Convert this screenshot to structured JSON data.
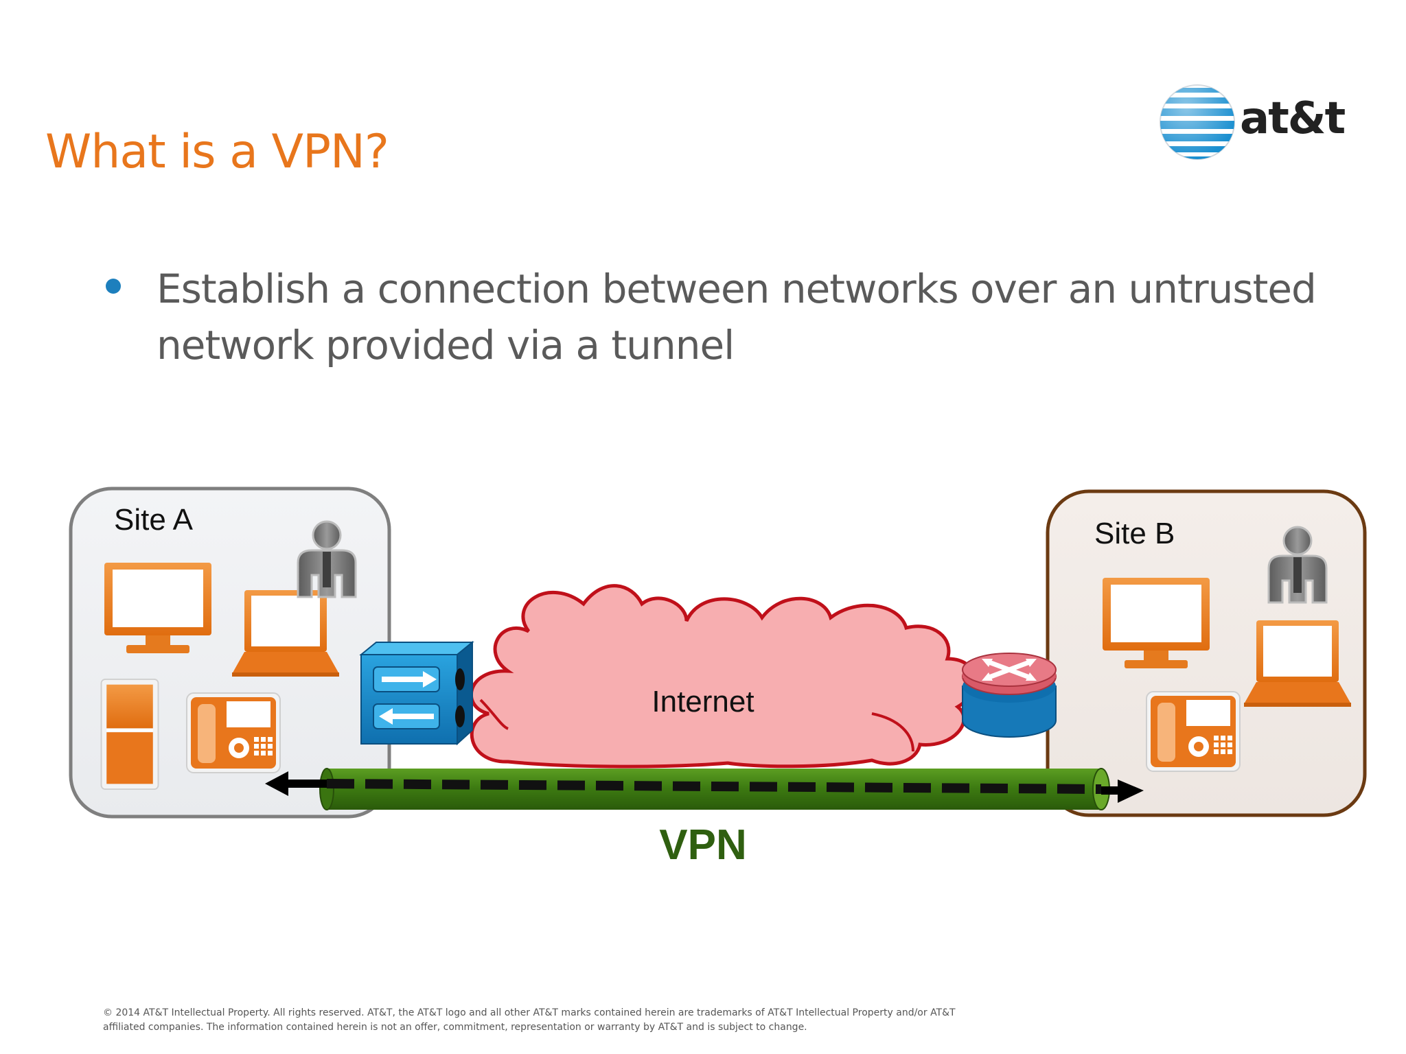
{
  "slide": {
    "title": "What is a VPN?",
    "bullets": [
      "Establish a connection between networks over an untrusted network provided via a tunnel"
    ],
    "logo": {
      "text": "at&t",
      "icon": "att-globe-icon"
    },
    "diagram": {
      "site_a_label": "Site A",
      "site_b_label": "Site B",
      "cloud_label": "Internet",
      "tunnel_label": "VPN",
      "icons": [
        "monitor-icon",
        "laptop-icon",
        "person-icon",
        "server-tower-icon",
        "desk-phone-icon",
        "firewall-icon",
        "router-icon",
        "arrow-left-icon",
        "arrow-right-icon"
      ]
    },
    "footer": {
      "line1": "© 2014 AT&T Intellectual Property.  All rights reserved.  AT&T, the AT&T logo and all other AT&T marks contained herein are trademarks of AT&T Intellectual Property and/or AT&T",
      "line2": "affiliated companies.  The information contained herein is not an offer, commitment, representation or warranty by AT&T and is subject to change."
    },
    "colors": {
      "title": "#e8761c",
      "bullet_dot": "#1d7fbd",
      "bullet_text": "#5a5a5a",
      "tunnel": "#3d7a10",
      "tunnel_label": "#2f5f10",
      "cloud_fill": "#f7aeb0",
      "cloud_stroke": "#c0101a",
      "site_a_border": "#7f7f7f",
      "site_b_border": "#6b3a12",
      "device_orange": "#e8761c"
    }
  }
}
